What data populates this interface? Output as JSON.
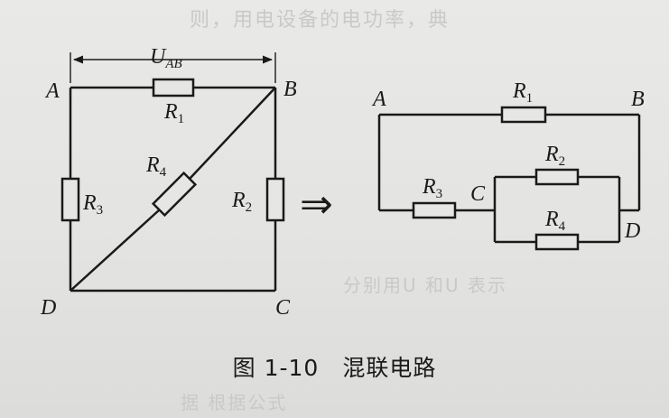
{
  "left_circuit": {
    "nodes": {
      "a": "A",
      "b": "B",
      "c": "C",
      "d": "D"
    },
    "voltage_label": {
      "main": "U",
      "sub": "AB"
    },
    "resistors": {
      "r1": {
        "main": "R",
        "sub": "1"
      },
      "r2": {
        "main": "R",
        "sub": "2"
      },
      "r3": {
        "main": "R",
        "sub": "3"
      },
      "r4": {
        "main": "R",
        "sub": "4"
      }
    }
  },
  "arrow_symbol": "⇒",
  "right_circuit": {
    "nodes": {
      "a": "A",
      "b": "B",
      "c": "C",
      "d": "D"
    },
    "resistors": {
      "r1": {
        "main": "R",
        "sub": "1"
      },
      "r2": {
        "main": "R",
        "sub": "2"
      },
      "r3": {
        "main": "R",
        "sub": "3"
      },
      "r4": {
        "main": "R",
        "sub": "4"
      }
    }
  },
  "caption": {
    "number": "图 1-10",
    "title": "混联电路"
  },
  "page_bleed": {
    "top": "则，用电设备的电功率，典",
    "middle": "分别用U 和U 表示",
    "bottom": "据 根据公式"
  },
  "colors": {
    "ink": "#1a1a1a",
    "paper": "#e6e6e4",
    "bleed": "#c9c9c6"
  }
}
